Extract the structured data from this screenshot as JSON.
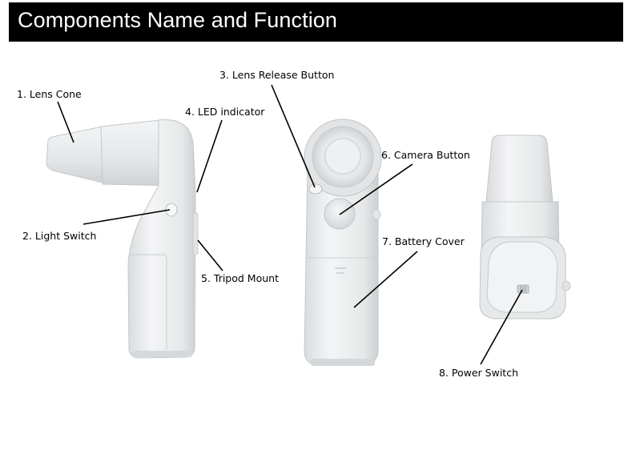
{
  "title": "Components Name and Function",
  "labels": {
    "lens_cone": "1. Lens Cone",
    "light_switch": "2. Light Switch",
    "lens_release_button": "3. Lens Release Button",
    "led_indicator": "4. LED indicator",
    "tripod_mount": "5. Tripod Mount",
    "camera_button": "6. Camera Button",
    "battery_cover": "7. Battery Cover",
    "power_switch": "8. Power Switch"
  },
  "colors": {
    "title_bar": "#000000",
    "title_text": "#ffffff",
    "device_body": "#e9ebec",
    "device_shadow": "#c8cbcd",
    "device_outline": "#b4b7b9",
    "leader_line": "#000000"
  }
}
